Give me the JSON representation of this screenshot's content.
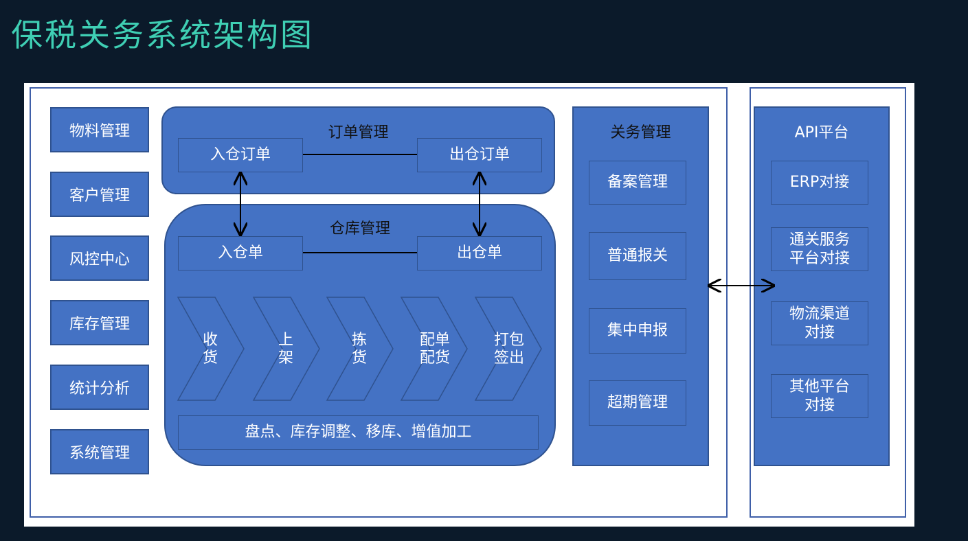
{
  "title": "保税关务系统架构图",
  "left_modules": [
    "物料管理",
    "客户管理",
    "风控中心",
    "库存管理",
    "统计分析",
    "系统管理"
  ],
  "order_mgmt": {
    "title": "订单管理",
    "inbound": "入仓订单",
    "outbound": "出仓订单"
  },
  "warehouse_mgmt": {
    "title": "仓库管理",
    "inbound": "入仓单",
    "outbound": "出仓单",
    "steps": [
      "收\n货",
      "上\n架",
      "拣\n货",
      "配单\n配货",
      "打包\n签出"
    ],
    "bottom": "盘点、库存调整、移库、增值加工"
  },
  "customs_mgmt": {
    "title": "关务管理",
    "items": [
      "备案管理",
      "普通报关",
      "集中申报",
      "超期管理"
    ]
  },
  "api_platform": {
    "title": "API平台",
    "items": [
      "ERP对接",
      "通关服务\n平台对接",
      "物流渠道\n对接",
      "其他平台\n对接"
    ]
  },
  "colors": {
    "box_fill": "#4472c4",
    "box_border": "#2f528f",
    "title": "#3fcfb4",
    "background": "#0b1a2a"
  }
}
